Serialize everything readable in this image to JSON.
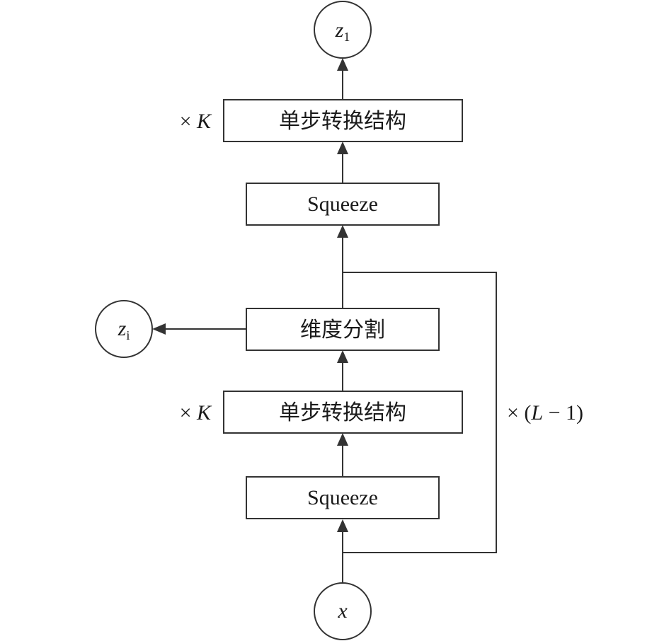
{
  "nodes": {
    "z1": {
      "var": "z",
      "sub": "1"
    },
    "zi": {
      "var": "z",
      "sub": "i"
    },
    "x": {
      "var": "x"
    }
  },
  "boxes": {
    "step_top": "单步转换结构",
    "squeeze_top": "Squeeze",
    "split": "维度分割",
    "step_bottom": "单步转换结构",
    "squeeze_bottom": "Squeeze"
  },
  "labels": {
    "times_k_top": {
      "prefix": "× ",
      "var": "K"
    },
    "times_k_bottom": {
      "prefix": "× ",
      "var": "K"
    },
    "loop": {
      "prefix": "× (",
      "var": "L",
      "suffix": " − 1)"
    }
  }
}
